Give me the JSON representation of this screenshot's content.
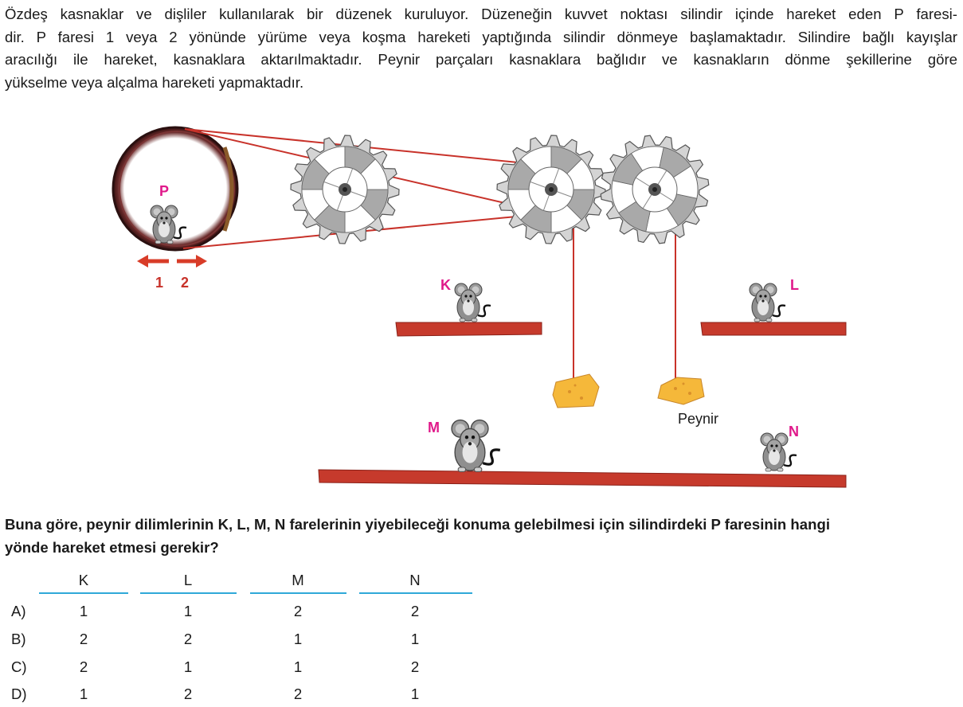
{
  "intro": {
    "lines": [
      "Özdeş kasnaklar ve dişliler kullanılarak bir düzenek kuruluyor. Düzeneğin kuvvet noktası silindir içinde hareket eden P faresi-",
      "dir. P faresi 1 veya 2 yönünde yürüme veya koşma hareketi yaptığında silindir dönmeye başlamaktadır. Silindire bağlı kayışlar",
      "aracılığı ile hareket, kasnaklara aktarılmaktadır. Peynir parçaları kasnaklara bağlıdır ve kasnakların dönme şekillerine göre",
      "yükselme veya alçalma hareketi yapmaktadır."
    ]
  },
  "figure": {
    "mouse_labels": {
      "p": "P",
      "k": "K",
      "l": "L",
      "m": "M",
      "n": "N"
    },
    "direction_labels": {
      "left": "1",
      "right": "2"
    },
    "cheese_label": "Peynir",
    "colors": {
      "belt": "#c8322a",
      "shelf": "#c63a2c",
      "gear": "#d4d4d4",
      "label": "#e0198a",
      "arrow": "#d83c28",
      "cheese": "#f5b83a"
    }
  },
  "question": {
    "lines": [
      "Buna göre, peynir dilimlerinin K, L, M, N farelerinin yiyebileceği konuma gelebilmesi için silindirdeki P faresinin hangi",
      "yönde hareket etmesi gerekir?"
    ]
  },
  "options": {
    "headers": [
      "K",
      "L",
      "M",
      "N"
    ],
    "rows": [
      {
        "label": "A)",
        "values": [
          "1",
          "1",
          "2",
          "2"
        ]
      },
      {
        "label": "B)",
        "values": [
          "2",
          "2",
          "1",
          "1"
        ]
      },
      {
        "label": "C)",
        "values": [
          "2",
          "1",
          "1",
          "2"
        ]
      },
      {
        "label": "D)",
        "values": [
          "1",
          "2",
          "2",
          "1"
        ]
      }
    ],
    "accent_color": "#2fa8d8"
  }
}
